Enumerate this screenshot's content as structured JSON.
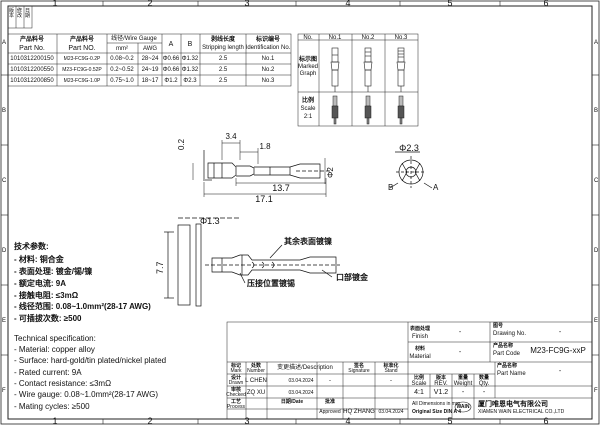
{
  "border": {
    "cols": [
      "1",
      "2",
      "3",
      "4",
      "5",
      "6"
    ],
    "rows": [
      "A",
      "B",
      "C",
      "D",
      "E",
      "F"
    ]
  },
  "corner_stamp": [
    "版本",
    "修改",
    "日期"
  ],
  "parts_table": {
    "headers": [
      {
        "cn": "产品料号",
        "en": "Part No."
      },
      {
        "cn": "产品料号",
        "en": "Part NO."
      },
      {
        "cn": "线径/Wire Gauge",
        "en": ""
      },
      {
        "cn": "A",
        "en": ""
      },
      {
        "cn": "B",
        "en": ""
      },
      {
        "cn": "剥线长度",
        "en": "Stripping length"
      },
      {
        "cn": "标识编号",
        "en": "Identification No."
      }
    ],
    "gauge_sub": [
      "mm²",
      "AWG"
    ],
    "rows": [
      [
        "1010312200150",
        "M23-FC9G-0.2P",
        "0.08~0.2",
        "28~24",
        "Φ0.66",
        "Φ1.32",
        "2.5",
        "No.1"
      ],
      [
        "1010312200550",
        "M23-FC9G-0.52P",
        "0.2~0.52",
        "24~19",
        "Φ0.66",
        "Φ1.32",
        "2.5",
        "No.2"
      ],
      [
        "1010312200850",
        "M23-FC9G-1.0P",
        "0.75~1.0",
        "18~17",
        "Φ1.2",
        "Φ2.3",
        "2.5",
        "No.3"
      ]
    ]
  },
  "graph_table": {
    "no_label": "No.",
    "cols": [
      "No.1",
      "No.2",
      "No.3"
    ],
    "marked_cn": "标示图",
    "marked_en1": "Marked",
    "marked_en2": "Graph",
    "scale_cn": "比例",
    "scale_en": "Scale",
    "scale_val": "2:1"
  },
  "drawing": {
    "dims": [
      "3.4",
      "1.8",
      "0.2",
      "13.7",
      "17.1",
      "Φ2",
      "Φ2.3",
      "Φ1.3",
      "7.7"
    ],
    "section_labels": [
      "B",
      "A"
    ],
    "callouts": [
      "其余表面镀镍",
      "口部镀金",
      "压接位置镀锡"
    ]
  },
  "spec_cn": {
    "title": "技术参数:",
    "lines": [
      "- 材料: 铜合金",
      "- 表面处理: 镀金/锡/镍",
      "- 额定电流: 9A",
      "- 接触电阻: ≤3mΩ",
      "- 线径范围: 0.08~1.0mm²(28-17 AWG)",
      "- 可插拔次数: ≥500"
    ]
  },
  "spec_en": {
    "title": "Technical specification:",
    "lines": [
      "- Material: copper alloy",
      "- Surface: hard-gold/tin plated/nickel plated",
      "- Rated current: 9A",
      "- Contact resistance: ≤3mΩ",
      "- Wire gauge: 0.08~1.0mm²(28-17 AWG)",
      "- Mating cycles: ≥500"
    ]
  },
  "title_block": {
    "finish_cn": "表面处理",
    "finish_en": "Finish",
    "finish_val": "-",
    "material_cn": "材料",
    "material_en": "Material",
    "material_val": "-",
    "drawing_no_cn": "图号",
    "drawing_no_en": "Drawing No.",
    "drawing_no_val": "-",
    "part_code_cn": "产品名称",
    "part_code_en": "Part Code",
    "part_code_val": "M23-FC9G-xxP",
    "part_name_cn": "产品名称",
    "part_name_en": "Part Name",
    "part_name_val": "-",
    "rev_hdr": [
      {
        "cn": "标记",
        "en": "Mark"
      },
      {
        "cn": "处数",
        "en": "Number"
      },
      {
        "cn": "变更描述/Description",
        "en": ""
      },
      {
        "cn": "签名",
        "en": "Signature"
      },
      {
        "cn": "标准化",
        "en": "Stand"
      }
    ],
    "drawn_cn": "设计",
    "drawn_en": "Drawn",
    "drawn_name": "L CHEN",
    "drawn_date": "03.04.2024",
    "checked_cn": "审核",
    "checked_en": "Checked",
    "checked_name": "ZQ XU",
    "checked_date": "03.04.2024",
    "process_cn": "工艺",
    "process_en": "Process",
    "process_name": "",
    "process_date": "",
    "approved_cn": "批准",
    "approved_en": "Approved",
    "approved_name": "HQ ZHANG",
    "approved_date": "03.04.2024",
    "date_cn": "日期/Date",
    "dash": "-",
    "scale_cn": "比例",
    "scale_en": "Scale",
    "scale_val": "4:1",
    "rev_cn": "版本",
    "rev_en": "REV.",
    "rev_val": "V1.2",
    "weight_cn": "重量",
    "weight_en": "Weight",
    "weight_val": "-",
    "qty_cn": "数量",
    "qty_en": "Qty.",
    "qty_val": "-",
    "units_note1": "All Dimensions in mm",
    "units_note2": "Original Size DIN A 4",
    "logo_text": "WAIN",
    "company_cn": "厦门唯恩电气有限公司",
    "company_en": "XIAMEN WAIN ELECTRICAL CO.,LTD"
  }
}
